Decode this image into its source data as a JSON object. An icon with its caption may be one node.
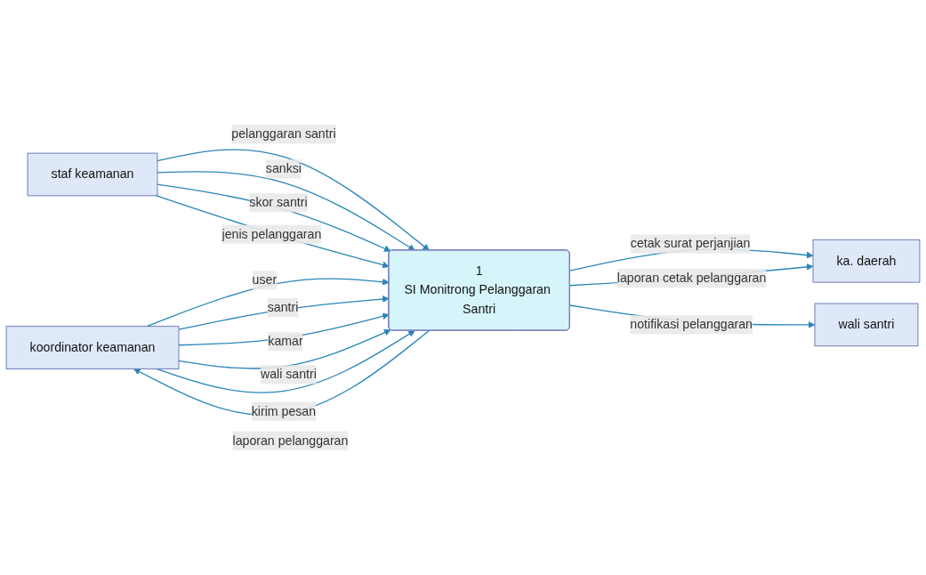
{
  "diagram": {
    "nodes": [
      {
        "text": [
          "koordinator keamanan"
        ]
      },
      {
        "text": [
          "staf keamanan"
        ]
      },
      {
        "text": [
          "1",
          "SI Monitrong Pelanggaran Santri"
        ]
      },
      {
        "text": [
          "ka. daerah"
        ]
      },
      {
        "text": [
          "wali santri"
        ]
      }
    ],
    "edges": [
      {
        "from": 1,
        "to": 2,
        "arrow": "to",
        "label": "pelanggaran santri"
      },
      {
        "from": 1,
        "to": 2,
        "arrow": "to",
        "label": "sanksi"
      },
      {
        "from": 1,
        "to": 2,
        "arrow": "to",
        "label": "skor santri"
      },
      {
        "from": 1,
        "to": 2,
        "arrow": "to",
        "label": "jenis pelanggaran"
      },
      {
        "from": 2,
        "to": 0,
        "arrow": "to",
        "label": "laporan pelanggaran"
      },
      {
        "from": 0,
        "to": 2,
        "arrow": "to",
        "label": "user"
      },
      {
        "from": 0,
        "to": 2,
        "arrow": "to",
        "label": "santri"
      },
      {
        "from": 0,
        "to": 2,
        "arrow": "to",
        "label": "kamar"
      },
      {
        "from": 0,
        "to": 2,
        "arrow": "to",
        "label": "wali santri"
      },
      {
        "from": 0,
        "to": 2,
        "arrow": "to",
        "label": "kirim pesan"
      },
      {
        "from": 2,
        "to": 3,
        "arrow": "to",
        "label": "cetak surat perjanjian"
      },
      {
        "from": 2,
        "to": 3,
        "arrow": "to",
        "label": "laporan cetak pelanggaran"
      },
      {
        "from": 2,
        "to": 4,
        "arrow": "to",
        "label": "notifikasi pelanggaran"
      }
    ]
  }
}
